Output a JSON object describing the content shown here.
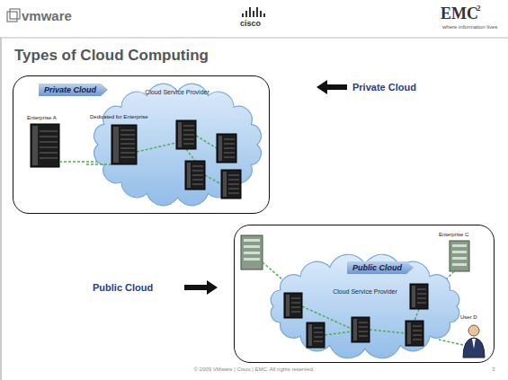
{
  "diagram": {
    "title": "Types of Cloud Computing",
    "nodes": [
      {
        "text": [
          "Private Cloud"
        ]
      },
      {
        "text": [
          "Cloud Service Provider"
        ],
        "in": 0
      },
      {
        "text": [
          "Public Cloud"
        ]
      },
      {
        "text": [
          "Cloud Service Provider"
        ],
        "in": 2
      }
    ],
    "labels": [
      "vmware",
      "cisco",
      "EMC",
      "2",
      "where information lives",
      "Private Cloud",
      "Public Cloud",
      "Enterprise A",
      "Dedicated for Enterprise",
      "Enterprise C",
      "User D",
      "© 2009 VMware | Cisco | EMC. All rights reserved.",
      "3"
    ]
  }
}
